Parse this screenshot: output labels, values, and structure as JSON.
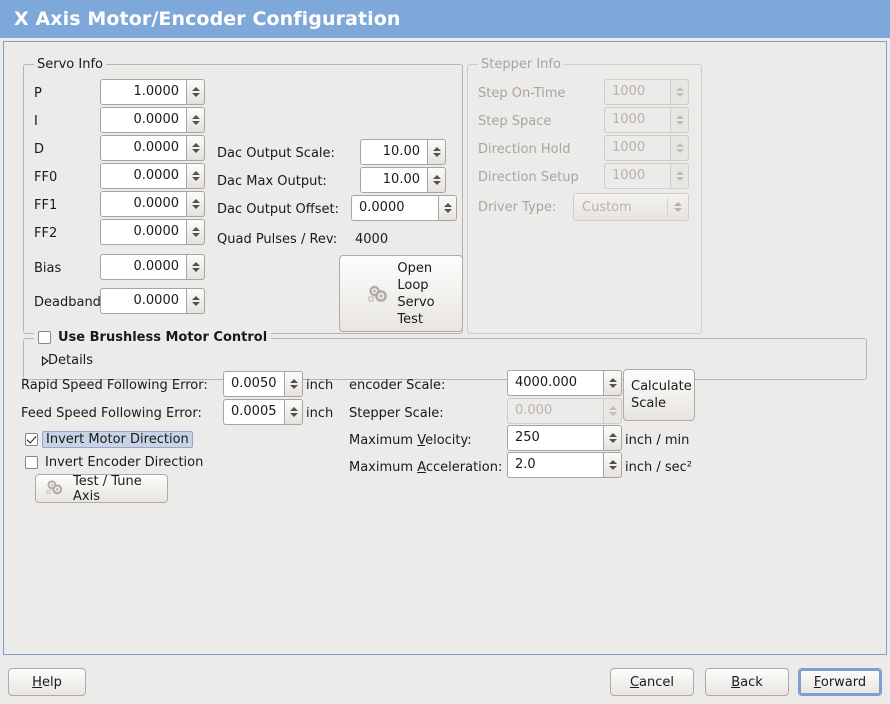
{
  "window": {
    "title": "X Axis Motor/Encoder Configuration"
  },
  "theme": {
    "titlebar_bg": "#7fa8da",
    "titlebar_fg": "#ffffff",
    "window_bg": "#edebe9",
    "panel_border": "#7d9fcf",
    "focus_ring": "#7d9fcf",
    "disabled_fg": "#a8a4a0",
    "entry_bg": "#ffffff",
    "text_fg": "#1a1a1a",
    "checkbox_focus_bg": "#c8d4e6"
  },
  "servo_info": {
    "title": "Servo Info",
    "fields": [
      {
        "label": "P",
        "value": "1.0000"
      },
      {
        "label": "I",
        "value": "0.0000"
      },
      {
        "label": "D",
        "value": "0.0000"
      },
      {
        "label": "FF0",
        "value": "0.0000"
      },
      {
        "label": "FF1",
        "value": "0.0000"
      },
      {
        "label": "FF2",
        "value": "0.0000"
      },
      {
        "label": "Bias",
        "value": "0.0000"
      },
      {
        "label": "Deadband",
        "value": "0.0000"
      }
    ],
    "dac": [
      {
        "label": "Dac Output Scale:",
        "value": "10.00"
      },
      {
        "label": "Dac Max Output:",
        "value": "10.00"
      },
      {
        "label": "Dac Output Offset:",
        "value": "0.0000"
      }
    ],
    "quad_pulses": {
      "label": "Quad Pulses / Rev:",
      "value": "4000"
    },
    "open_loop_button": {
      "label": "Open\nLoop\nServo\nTest",
      "line1": "Open",
      "line2": "Loop",
      "line3": "Servo",
      "line4": "Test",
      "icon": "gears-icon"
    }
  },
  "stepper_info": {
    "title": "Stepper Info",
    "enabled": false,
    "fields": [
      {
        "label": "Step On-Time",
        "value": "1000"
      },
      {
        "label": "Step Space",
        "value": "1000"
      },
      {
        "label": "Direction Hold",
        "value": "1000"
      },
      {
        "label": "Direction Setup",
        "value": "1000"
      }
    ],
    "driver_type": {
      "label": "Driver Type:",
      "value": "Custom"
    }
  },
  "brushless": {
    "checkbox_label": "Use Brushless Motor Control",
    "checked": false,
    "expander_label": "Details",
    "expanded": false
  },
  "tuning": {
    "rapid_following_error": {
      "label": "Rapid Speed Following Error:",
      "value": "0.0050",
      "unit": "inch"
    },
    "feed_following_error": {
      "label": "Feed Speed Following Error:",
      "value": "0.0005",
      "unit": "inch"
    },
    "invert_motor": {
      "label": "Invert Motor Direction",
      "checked": true,
      "focused": true
    },
    "invert_encoder": {
      "label": "Invert Encoder Direction",
      "checked": false,
      "focused": false
    },
    "test_tune_button": {
      "label": "Test / Tune Axis",
      "icon": "gears-icon"
    }
  },
  "scaling": {
    "encoder_scale": {
      "label": "encoder Scale:",
      "value": "4000.000",
      "enabled": true
    },
    "stepper_scale": {
      "label": "Stepper Scale:",
      "value": "0.000",
      "enabled": false
    },
    "max_velocity": {
      "label_pre": "Maximum ",
      "mnemonic": "V",
      "label_post": "elocity:",
      "value": "250",
      "unit": "inch / min"
    },
    "max_acceleration": {
      "label_pre": "Maximum ",
      "mnemonic": "A",
      "label_post": "cceleration:",
      "value": "2.0",
      "unit": "inch / sec²"
    },
    "calculate_button": {
      "line1": "Calculate",
      "line2": "Scale"
    }
  },
  "actions": {
    "help": {
      "mnemonic": "H",
      "rest": "elp"
    },
    "cancel": {
      "mnemonic": "C",
      "rest": "ancel"
    },
    "back": {
      "mnemonic": "B",
      "rest": "ack"
    },
    "forward": {
      "mnemonic": "F",
      "rest": "orward",
      "focused": true
    }
  }
}
